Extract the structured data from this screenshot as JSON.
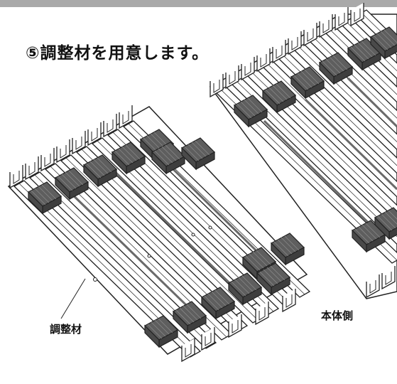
{
  "heading": "⑤調整材を用意します。",
  "labels": {
    "adjuster": "調整材",
    "main_body": "本体側"
  },
  "colors": {
    "top_band": "#a9a9a9",
    "pad": "#5e5e5e",
    "line": "#222222",
    "groove": "#7a7a7a"
  }
}
